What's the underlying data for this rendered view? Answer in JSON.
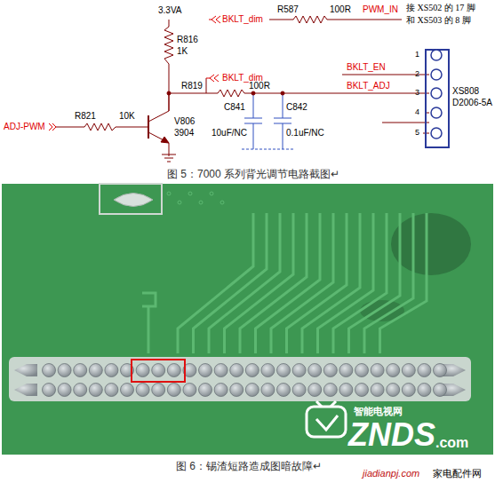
{
  "diagram": {
    "nodes": [
      {
        "text": [
          "XS808",
          "D2006-5A"
        ]
      }
    ],
    "labels": [
      "3.3VA",
      "BKLT_dim",
      "R587",
      "100R",
      "PWM_IN",
      "接 XS502 的 17 脚",
      "和 XS503 的 8 脚",
      "R816",
      "1K",
      "BKLT_dim",
      "R819",
      "100R",
      "BKLT_EN",
      "BKLT_ADJ",
      "1",
      "2",
      "3",
      "4",
      "5",
      "ADJ-PWM",
      "R821",
      "10K",
      "V806",
      "3904",
      "C841",
      "C842",
      "10uF/NC",
      "0.1uF/NC",
      "图 5：7000 系列背光调节电路截图↵",
      "智能电视网",
      "ZNDS",
      ".com",
      "jiadianpj.com",
      "家电配件网",
      "图 6：锡渣短路造成图暗故障↵"
    ]
  }
}
